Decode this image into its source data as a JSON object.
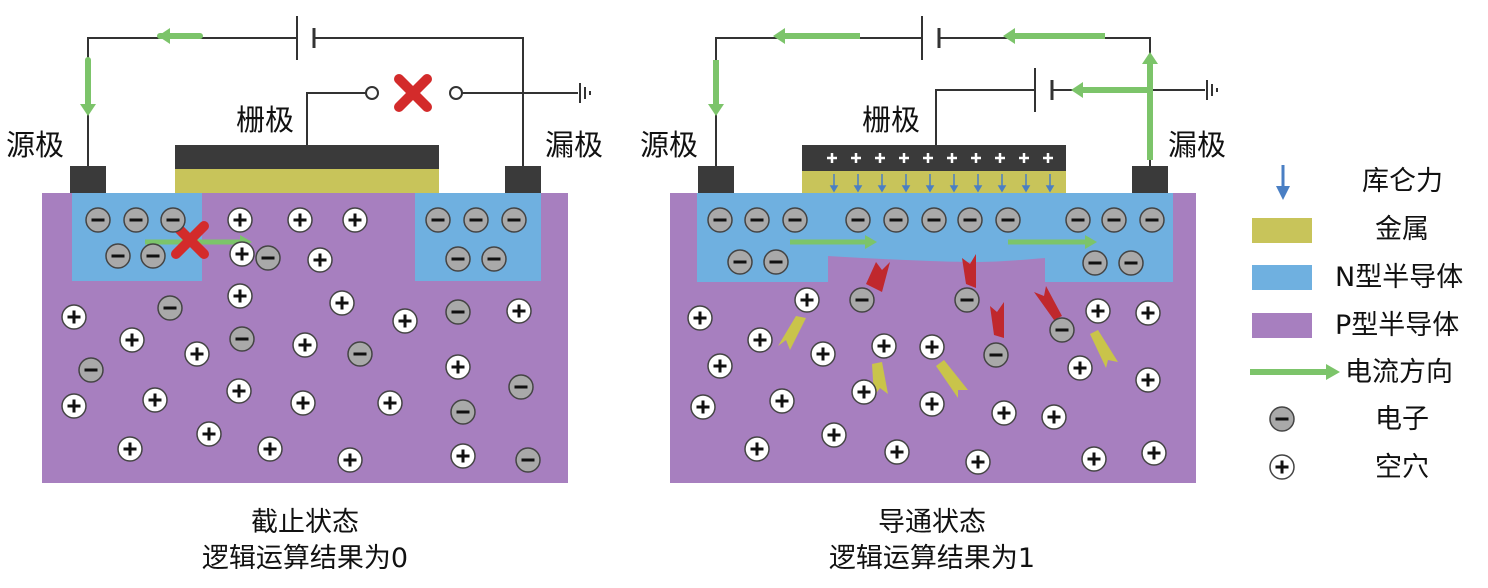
{
  "left_panel": {
    "source_label": "源极",
    "gate_label": "栅极",
    "drain_label": "漏极",
    "caption_line1": "截止状态",
    "caption_line2": "逻辑运算结果为0"
  },
  "right_panel": {
    "source_label": "源极",
    "gate_label": "栅极",
    "drain_label": "漏极",
    "caption_line1": "导通状态",
    "caption_line2": "逻辑运算结果为1"
  },
  "legend": [
    {
      "key": "coulomb_force",
      "label": "库仑力",
      "icon": "blue-down-arrow-icon"
    },
    {
      "key": "metal",
      "label": "金属",
      "color": "#c8c45a"
    },
    {
      "key": "n_type",
      "label": "N型半导体",
      "color": "#6fb0e0"
    },
    {
      "key": "p_type",
      "label": "P型半导体",
      "color": "#a77fbf"
    },
    {
      "key": "current",
      "label": "电流方向",
      "icon": "green-arrow-icon"
    },
    {
      "key": "electron",
      "label": "电子",
      "icon": "electron-minus-icon"
    },
    {
      "key": "hole",
      "label": "空穴",
      "icon": "hole-plus-icon"
    }
  ],
  "colors": {
    "p_type": "#a77fbf",
    "n_type": "#6fb0e0",
    "metal": "#c8c45a",
    "contact": "#3a3a3a",
    "current": "#7cc46a",
    "blocked": "#d32b2b",
    "attract": "#c0282d",
    "repel": "#c9c44a"
  }
}
